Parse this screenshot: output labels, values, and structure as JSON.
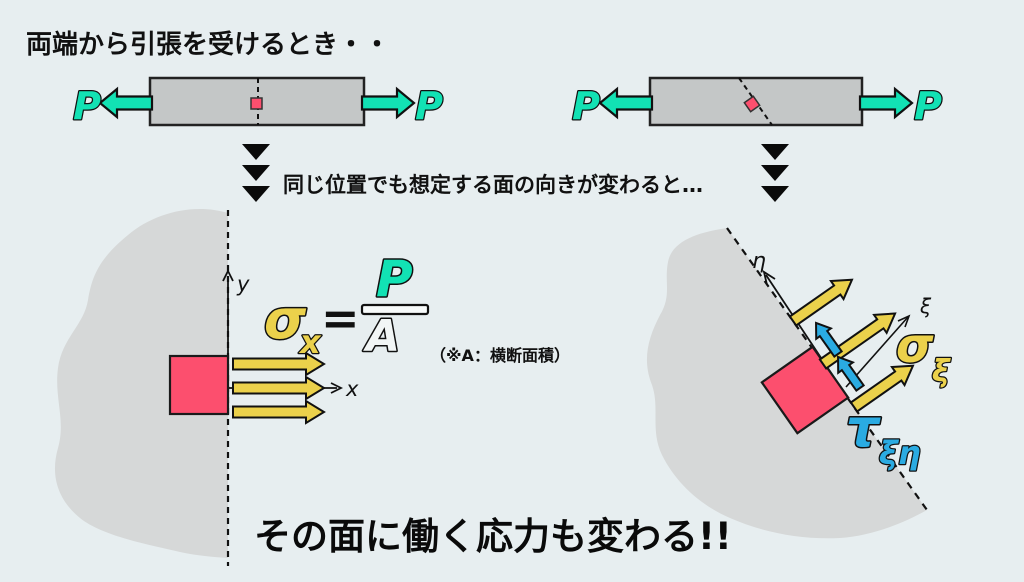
{
  "colors": {
    "teal": "#12e2b4",
    "yellow": "#ebd14b",
    "blue": "#2aabe2",
    "pink": "#fc4f6e",
    "bar_gray": "#c4c7c7",
    "blob_gray": "#d6d8d8",
    "ink": "#111111",
    "background": "#e7eef0"
  },
  "header": {
    "title": "両端から引張を受けるとき・・"
  },
  "tension_bars": {
    "force_label": "P"
  },
  "transition": {
    "caption": "同じ位置でも想定する面の向きが変わると…"
  },
  "left_figure": {
    "axis_x": "x",
    "axis_y": "y",
    "formula": {
      "sigma": "σ",
      "sigma_sub": "x",
      "equals": "=",
      "numerator": "P",
      "denominator": "A"
    },
    "note": "（※A：横断面積）"
  },
  "right_figure": {
    "axis_eta": "η",
    "axis_xi": "ξ",
    "normal_stress": {
      "symbol": "σ",
      "sub": "ξ"
    },
    "shear_stress": {
      "symbol": "τ",
      "sub": "ξη"
    }
  },
  "footer": {
    "caption": "その面に働く応力も変わる!!"
  }
}
